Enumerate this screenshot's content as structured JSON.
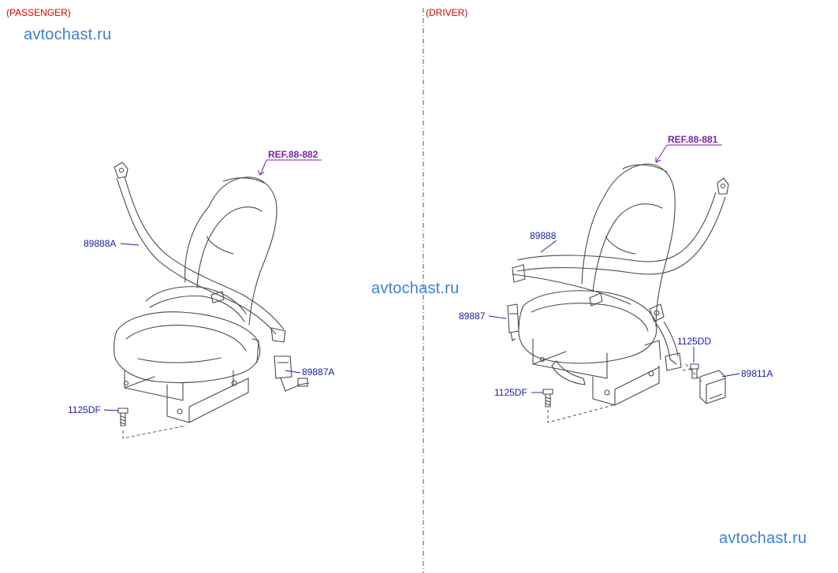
{
  "sections": {
    "passenger": "(PASSENGER)",
    "driver": "(DRIVER)"
  },
  "watermarks": [
    "avtochast.ru",
    "avtochast.ru",
    "avtochast.ru"
  ],
  "passenger": {
    "ref": "REF.88-882",
    "parts": {
      "belt": "89888A",
      "buckle": "89887A",
      "bolt": "1125DF"
    }
  },
  "driver": {
    "ref": "REF.88-881",
    "parts": {
      "belt": "89888",
      "buckle": "89887",
      "bolt_left": "1125DF",
      "bolt_right": "1125DD",
      "bracket": "89811A"
    }
  },
  "colors": {
    "line_art": "#4a4a4a",
    "callout_text": "#1a1aa6",
    "ref_text": "#7a1fb3",
    "section_text": "#d40000",
    "watermark": "#3d7fd6"
  }
}
